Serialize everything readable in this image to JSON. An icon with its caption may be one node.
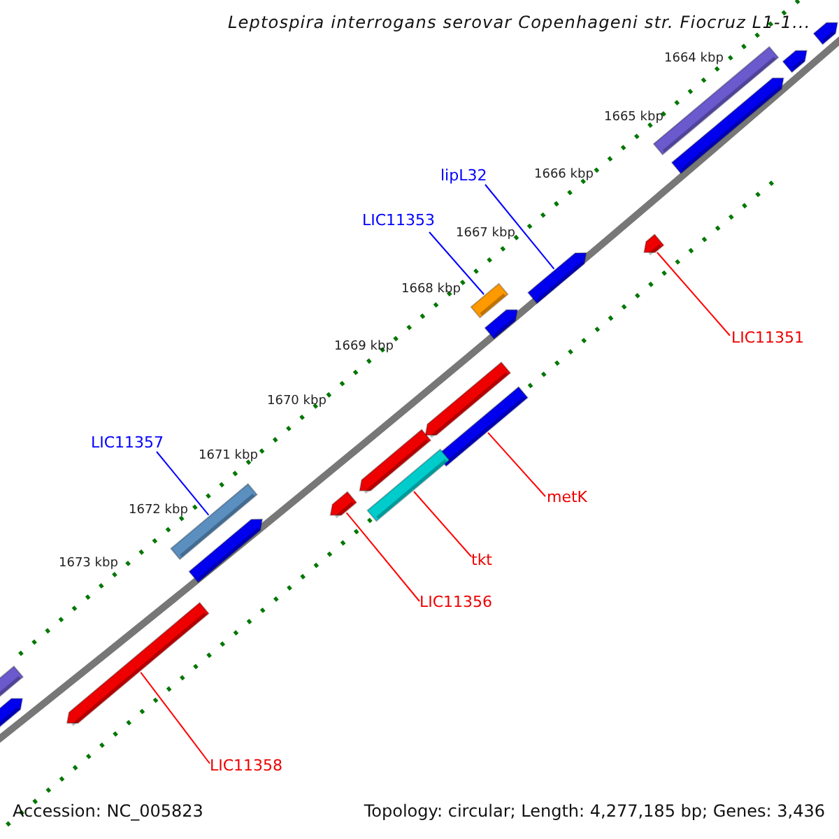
{
  "diagram": {
    "title": "Leptospira interrogans serovar Copenhageni str. Fiocruz L1-1...",
    "nodes": [
      {
        "text": [
          "lipL32"
        ]
      },
      {
        "text": [
          "LIC11353"
        ]
      },
      {
        "text": [
          "LIC11351"
        ]
      },
      {
        "text": [
          "LIC11357"
        ]
      },
      {
        "text": [
          "metK"
        ]
      },
      {
        "text": [
          "tkt"
        ]
      },
      {
        "text": [
          "LIC11356"
        ]
      },
      {
        "text": [
          "LIC11358"
        ]
      },
      {
        "text": [],
        "shape": "bar"
      },
      {
        "text": [],
        "shape": "bar"
      },
      {
        "text": [],
        "shape": "bar"
      },
      {
        "text": [],
        "shape": "bar"
      },
      {
        "text": [],
        "shape": "bar"
      },
      {
        "text": [],
        "shape": "bar"
      },
      {
        "text": [],
        "shape": "bar"
      },
      {
        "text": [],
        "shape": "bar"
      }
    ],
    "edges": [
      {
        "from": 0,
        "to": 9,
        "arrow": "none",
        "color": "#0000ff"
      },
      {
        "from": 1,
        "to": 10,
        "arrow": "none",
        "color": "#0000ff"
      },
      {
        "from": 2,
        "to": 8,
        "arrow": "none"
      },
      {
        "from": 3,
        "to": 14,
        "arrow": "none",
        "color": "#0000ff"
      },
      {
        "from": 4,
        "to": 11,
        "arrow": "none"
      },
      {
        "from": 5,
        "to": 12,
        "arrow": "none"
      },
      {
        "from": 6,
        "to": 13,
        "arrow": "none"
      },
      {
        "from": 7,
        "to": 15,
        "arrow": "none"
      }
    ],
    "labels": [
      "1664 kbp",
      "1665 kbp",
      "1666 kbp",
      "1667 kbp",
      "1668 kbp",
      "1669 kbp",
      "1670 kbp",
      "1671 kbp",
      "1672 kbp",
      "1673 kbp",
      "Accession: NC_005823",
      "Topology: circular; Length: 4,277,185 bp; Genes: 3,436"
    ]
  }
}
